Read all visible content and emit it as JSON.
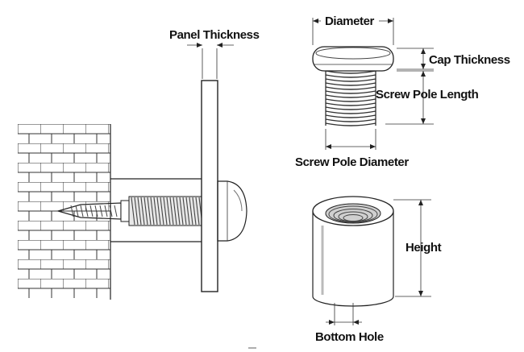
{
  "labels": {
    "panel_thickness": "Panel Thickness",
    "diameter": "Diameter",
    "cap_thickness": "Cap Thickness",
    "screw_pole_length": "Screw Pole Length",
    "screw_pole_diameter": "Screw Pole Diameter",
    "height": "Height",
    "bottom_hole": "Bottom Hole"
  }
}
